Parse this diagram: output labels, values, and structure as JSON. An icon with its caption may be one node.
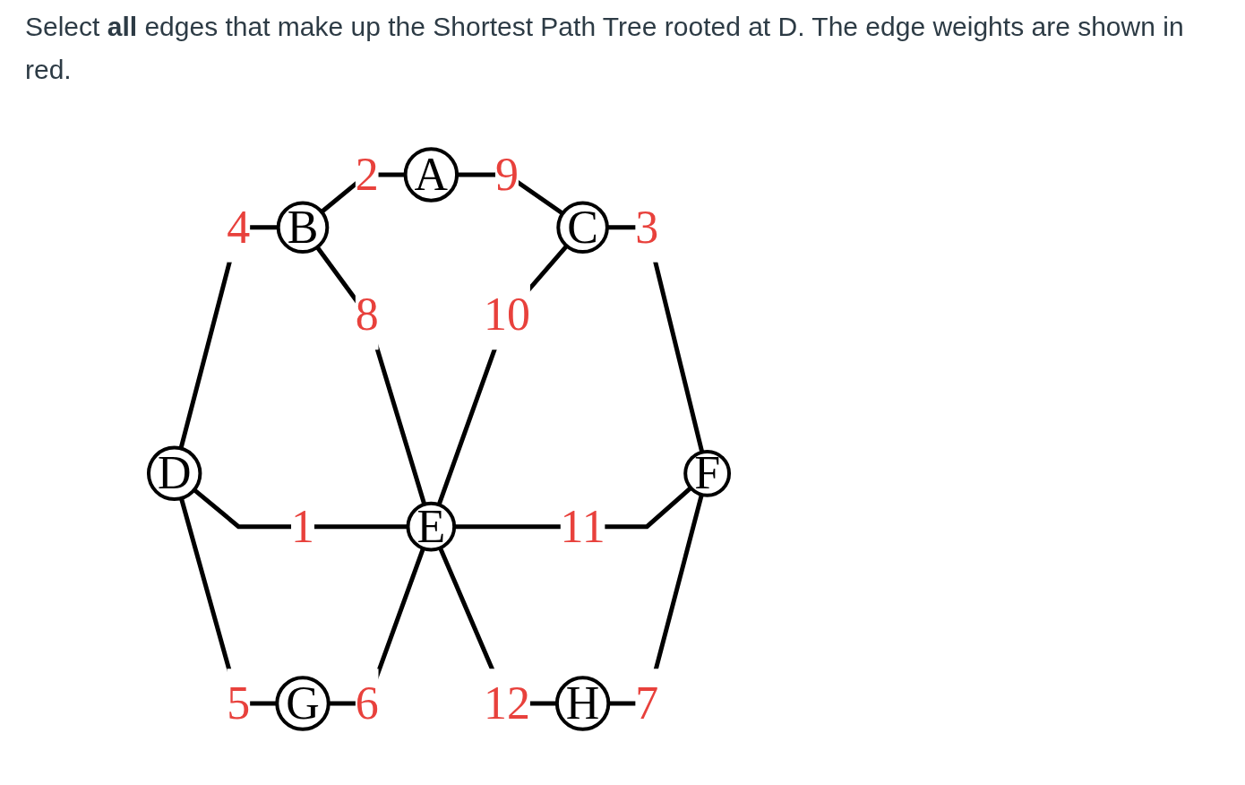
{
  "diagram": {
    "title": "Select **all** edges that make up the Shortest Path Tree rooted at D. The edge weights are shown in red.",
    "nodes": [
      {
        "text": [
          "A"
        ]
      },
      {
        "text": [
          "B"
        ]
      },
      {
        "text": [
          "C"
        ]
      },
      {
        "text": [
          "D"
        ]
      },
      {
        "text": [
          "E"
        ]
      },
      {
        "text": [
          "F"
        ]
      },
      {
        "text": [
          "G"
        ]
      },
      {
        "text": [
          "H"
        ]
      }
    ],
    "edges": [
      {
        "from": 1,
        "to": 0,
        "arrow": "none",
        "label": "2"
      },
      {
        "from": 0,
        "to": 2,
        "arrow": "none",
        "label": "9"
      },
      {
        "from": 3,
        "to": 1,
        "arrow": "none",
        "label": "4"
      },
      {
        "from": 1,
        "to": 4,
        "arrow": "none",
        "label": "8"
      },
      {
        "from": 4,
        "to": 2,
        "arrow": "none",
        "label": "10"
      },
      {
        "from": 2,
        "to": 5,
        "arrow": "none",
        "label": "3"
      },
      {
        "from": 3,
        "to": 4,
        "arrow": "none",
        "label": "1"
      },
      {
        "from": 4,
        "to": 5,
        "arrow": "none",
        "label": "11"
      },
      {
        "from": 3,
        "to": 6,
        "arrow": "none",
        "label": "5"
      },
      {
        "from": 6,
        "to": 4,
        "arrow": "none",
        "label": "6"
      },
      {
        "from": 4,
        "to": 7,
        "arrow": "none",
        "label": "12"
      },
      {
        "from": 7,
        "to": 5,
        "arrow": "none",
        "label": "7"
      }
    ]
  }
}
